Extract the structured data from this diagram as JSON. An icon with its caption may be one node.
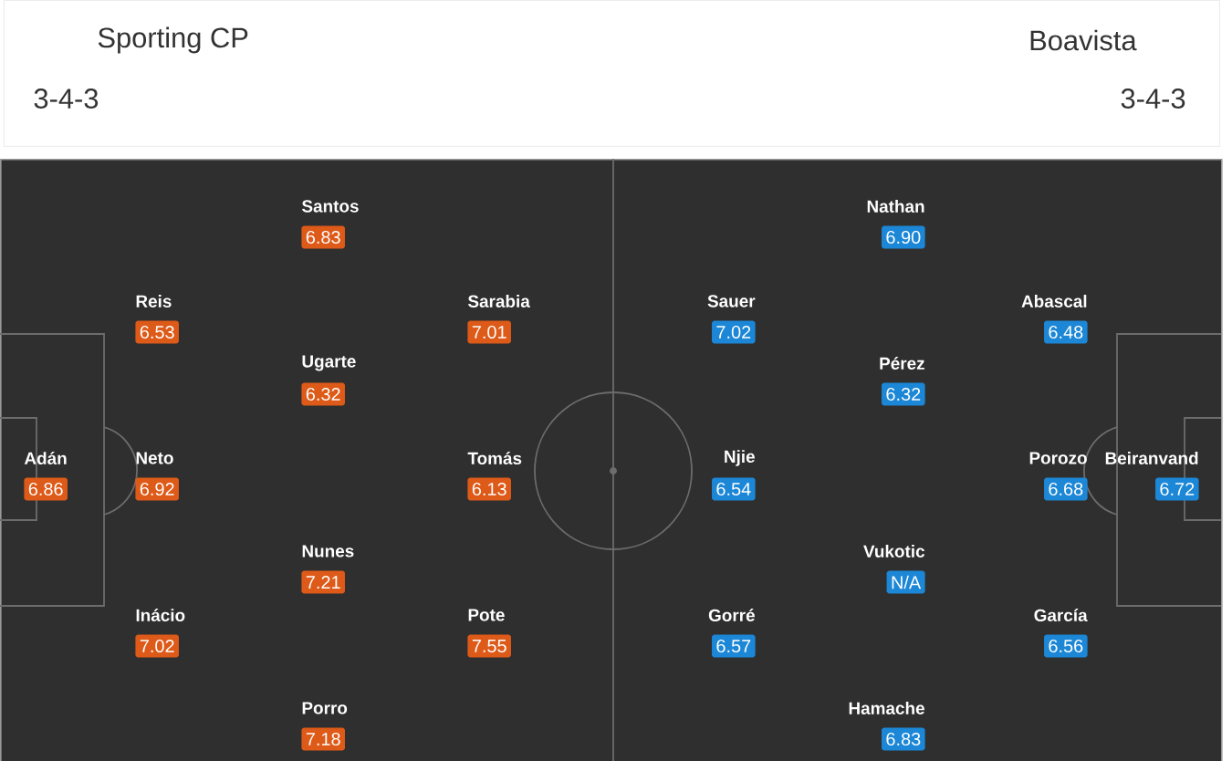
{
  "diagram": {
    "nodes": [
      {
        "text": [
          "Sporting CP",
          "3-4-3",
          "Boavista",
          "3-4-3"
        ]
      },
      {
        "text": [],
        "shape": "box"
      },
      {
        "text": [
          "Adán",
          "6.86"
        ],
        "in": 1
      },
      {
        "text": [
          "Reis",
          "6.53"
        ],
        "in": 1
      },
      {
        "text": [
          "Neto",
          "6.92"
        ],
        "in": 1
      },
      {
        "text": [
          "Inácio",
          "7.02"
        ],
        "in": 1
      },
      {
        "text": [
          "Santos",
          "6.83"
        ],
        "in": 1
      },
      {
        "text": [
          "Ugarte",
          "6.32"
        ],
        "in": 1
      },
      {
        "text": [
          "Nunes",
          "7.21"
        ],
        "in": 1
      },
      {
        "text": [
          "Porro",
          "7.18"
        ],
        "in": 1
      },
      {
        "text": [
          "Sarabia",
          "7.01"
        ],
        "in": 1
      },
      {
        "text": [
          "Tomás",
          "6.13"
        ],
        "in": 1
      },
      {
        "text": [
          "Pote",
          "7.55"
        ],
        "in": 1
      },
      {
        "text": [
          "Sauer",
          "7.02"
        ],
        "in": 1
      },
      {
        "text": [
          "Njie",
          "6.54"
        ],
        "in": 1
      },
      {
        "text": [
          "Gorré",
          "6.57"
        ],
        "in": 1
      },
      {
        "text": [
          "Nathan",
          "6.90"
        ],
        "in": 1
      },
      {
        "text": [
          "Pérez",
          "6.32"
        ],
        "in": 1
      },
      {
        "text": [
          "Vukotic",
          "N/A"
        ],
        "in": 1
      },
      {
        "text": [
          "Hamache",
          "6.83"
        ],
        "in": 1
      },
      {
        "text": [
          "Abascal",
          "6.48"
        ],
        "in": 1
      },
      {
        "text": [
          "Porozo",
          "6.68"
        ],
        "in": 1
      },
      {
        "text": [
          "García",
          "6.56"
        ],
        "in": 1
      },
      {
        "text": [
          "Beiranvand",
          "6.72"
        ],
        "in": 1
      }
    ]
  }
}
